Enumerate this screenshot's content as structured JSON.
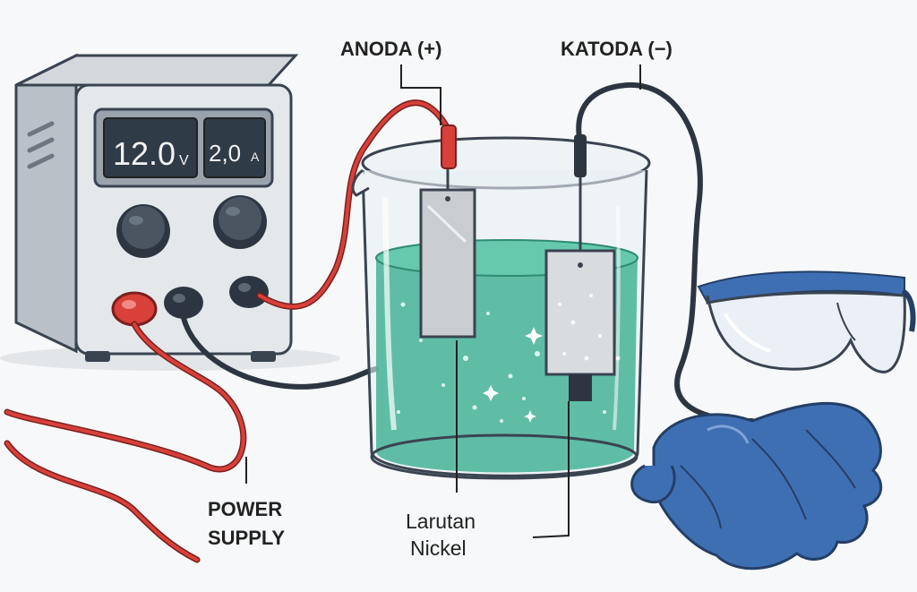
{
  "diagram": {
    "labels": {
      "anode": "ANODA (+)",
      "cathode": "KATODA (−)",
      "power_supply_line1": "POWER",
      "power_supply_line2": "SUPPLY",
      "solution_line1": "Larutan",
      "solution_line2": "Nickel"
    },
    "power_supply": {
      "voltage_value": "12.0",
      "voltage_unit": "V",
      "current_value": "2,0",
      "current_unit": "A"
    },
    "colors": {
      "red_wire": "#d8403a",
      "black_wire": "#2d3640",
      "solution": "#4bb59a",
      "gloves": "#3f6fb3",
      "anode_plate": "#c9cdd1",
      "cathode_plate": "#d9dcdf"
    },
    "icons": [
      "power-supply-icon",
      "beaker-icon",
      "safety-goggles-icon",
      "gloves-icon"
    ]
  }
}
